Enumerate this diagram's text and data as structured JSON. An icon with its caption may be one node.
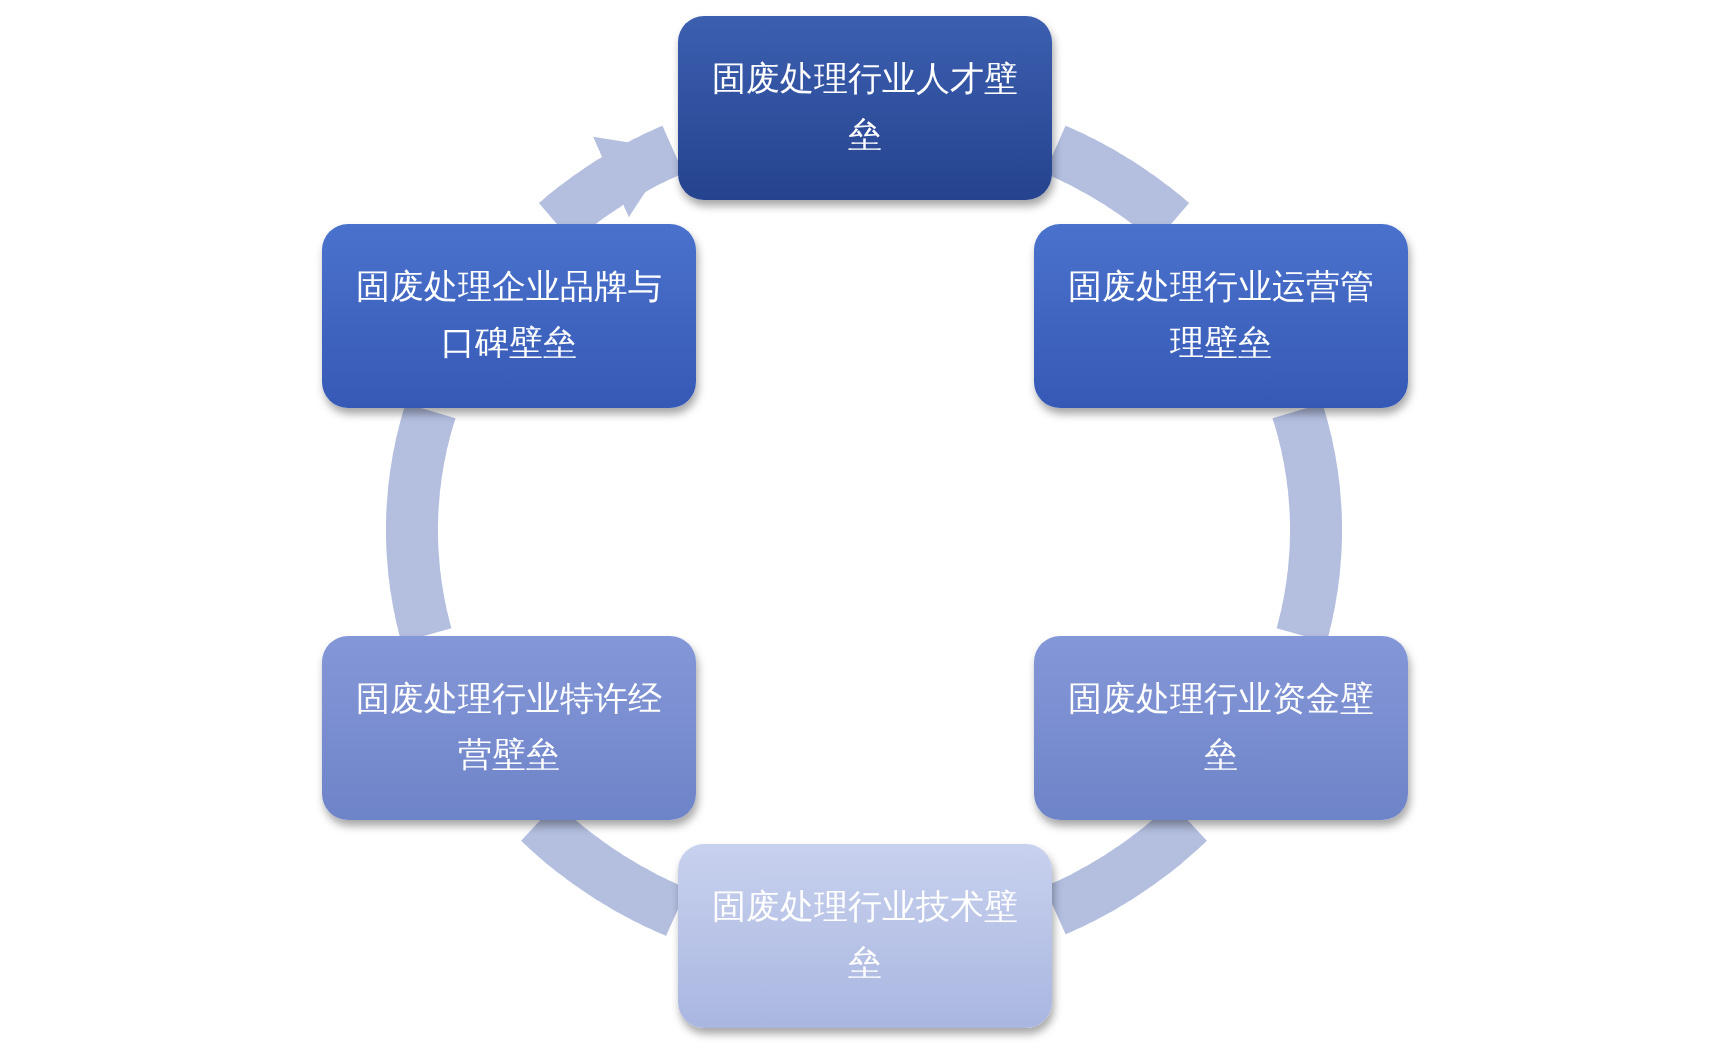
{
  "diagram": {
    "nodes": [
      {
        "text": [
          "固废处理行业人才壁垒"
        ]
      },
      {
        "text": [
          "固废处理行业运营管理壁垒"
        ]
      },
      {
        "text": [
          "固废处理行业资金壁垒"
        ]
      },
      {
        "text": [
          "固废处理行业技术壁垒"
        ]
      },
      {
        "text": [
          "固废处理行业特许经营壁垒"
        ]
      },
      {
        "text": [
          "固废处理企业品牌与口碑壁垒"
        ]
      }
    ],
    "edges": [
      {
        "from": 0,
        "to": 1,
        "arrow": "none"
      },
      {
        "from": 1,
        "to": 2,
        "arrow": "none"
      },
      {
        "from": 2,
        "to": 3,
        "arrow": "none"
      },
      {
        "from": 3,
        "to": 4,
        "arrow": "none"
      },
      {
        "from": 4,
        "to": 5,
        "arrow": "none"
      },
      {
        "from": 5,
        "to": 0,
        "arrow": "to"
      }
    ]
  }
}
